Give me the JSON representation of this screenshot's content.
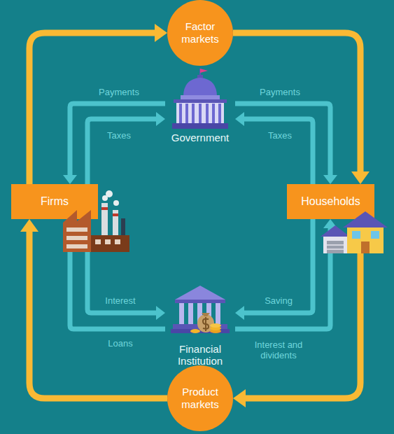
{
  "diagram": {
    "nodes": [
      {
        "text": [
          "Factor markets"
        ]
      },
      {
        "text": [
          "Government"
        ]
      },
      {
        "text": [
          "Firms"
        ]
      },
      {
        "text": [
          "Households"
        ]
      },
      {
        "text": [
          "Financial Institution"
        ]
      },
      {
        "text": [
          "Product markets"
        ]
      }
    ],
    "edges": [
      {
        "from": 2,
        "to": 0,
        "arrow": "to"
      },
      {
        "from": 0,
        "to": 3,
        "arrow": "to"
      },
      {
        "from": 3,
        "to": 5,
        "arrow": "to"
      },
      {
        "from": 5,
        "to": 2,
        "arrow": "to"
      },
      {
        "from": 1,
        "to": 2,
        "label": "Payments",
        "arrow": "to"
      },
      {
        "from": 2,
        "to": 1,
        "label": "Taxes",
        "arrow": "to"
      },
      {
        "from": 1,
        "to": 3,
        "label": "Payments",
        "arrow": "to"
      },
      {
        "from": 3,
        "to": 1,
        "label": "Taxes",
        "arrow": "to"
      },
      {
        "from": 2,
        "to": 4,
        "label": "Interest",
        "arrow": "to"
      },
      {
        "from": 4,
        "to": 2,
        "label": "Loans",
        "arrow": "to"
      },
      {
        "from": 3,
        "to": 4,
        "label": "Saving",
        "arrow": "to"
      },
      {
        "from": 4,
        "to": 3,
        "label": "Interest and dividents",
        "arrow": "to"
      }
    ]
  }
}
